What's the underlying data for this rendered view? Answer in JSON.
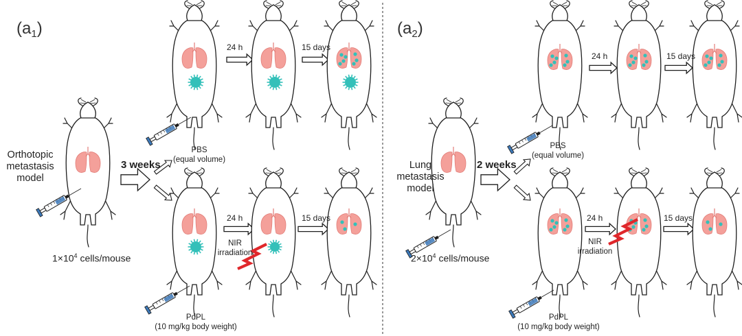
{
  "panels": [
    {
      "id": "a1",
      "label_main": "(a",
      "label_sub": "1",
      "label_close": ")",
      "model_lines": [
        "Orthotopic",
        "metastasis",
        "model"
      ],
      "cells_prefix": "1×10",
      "cells_exp": "4",
      "cells_suffix": " cells/mouse",
      "wait": "3 weeks",
      "control": {
        "name": "PBS",
        "note": "(equal volume)",
        "step1": "24 h",
        "step2": "15 days"
      },
      "treatment": {
        "name": "PdPL",
        "note": "(10 mg/kg body weight)",
        "step1": "24 h",
        "irradiation_lines": [
          "NIR",
          "irradiation"
        ],
        "step2": "15 days"
      }
    },
    {
      "id": "a2",
      "label_main": "(a",
      "label_sub": "2",
      "label_close": ")",
      "model_lines": [
        "Lung",
        "metastasis",
        "model"
      ],
      "cells_prefix": "2×10",
      "cells_exp": "4",
      "cells_suffix": " cells/mouse",
      "wait": "2 weeks",
      "control": {
        "name": "PBS",
        "note": "(equal volume)",
        "step1": "24 h",
        "step2": "15 days"
      },
      "treatment": {
        "name": "PdPL",
        "note": "(10 mg/kg body weight)",
        "step1": "24 h",
        "irradiation_lines": [
          "NIR",
          "irradiation"
        ],
        "step2": "15 days"
      }
    }
  ],
  "colors": {
    "lung": "#f4a09a",
    "lung_edge": "#e37d78",
    "tumor": "#33c0b9",
    "laser": "#e0272b",
    "syringe_blue": "#3c78b8",
    "outline": "#1e1e1e",
    "divider": "#555555"
  }
}
